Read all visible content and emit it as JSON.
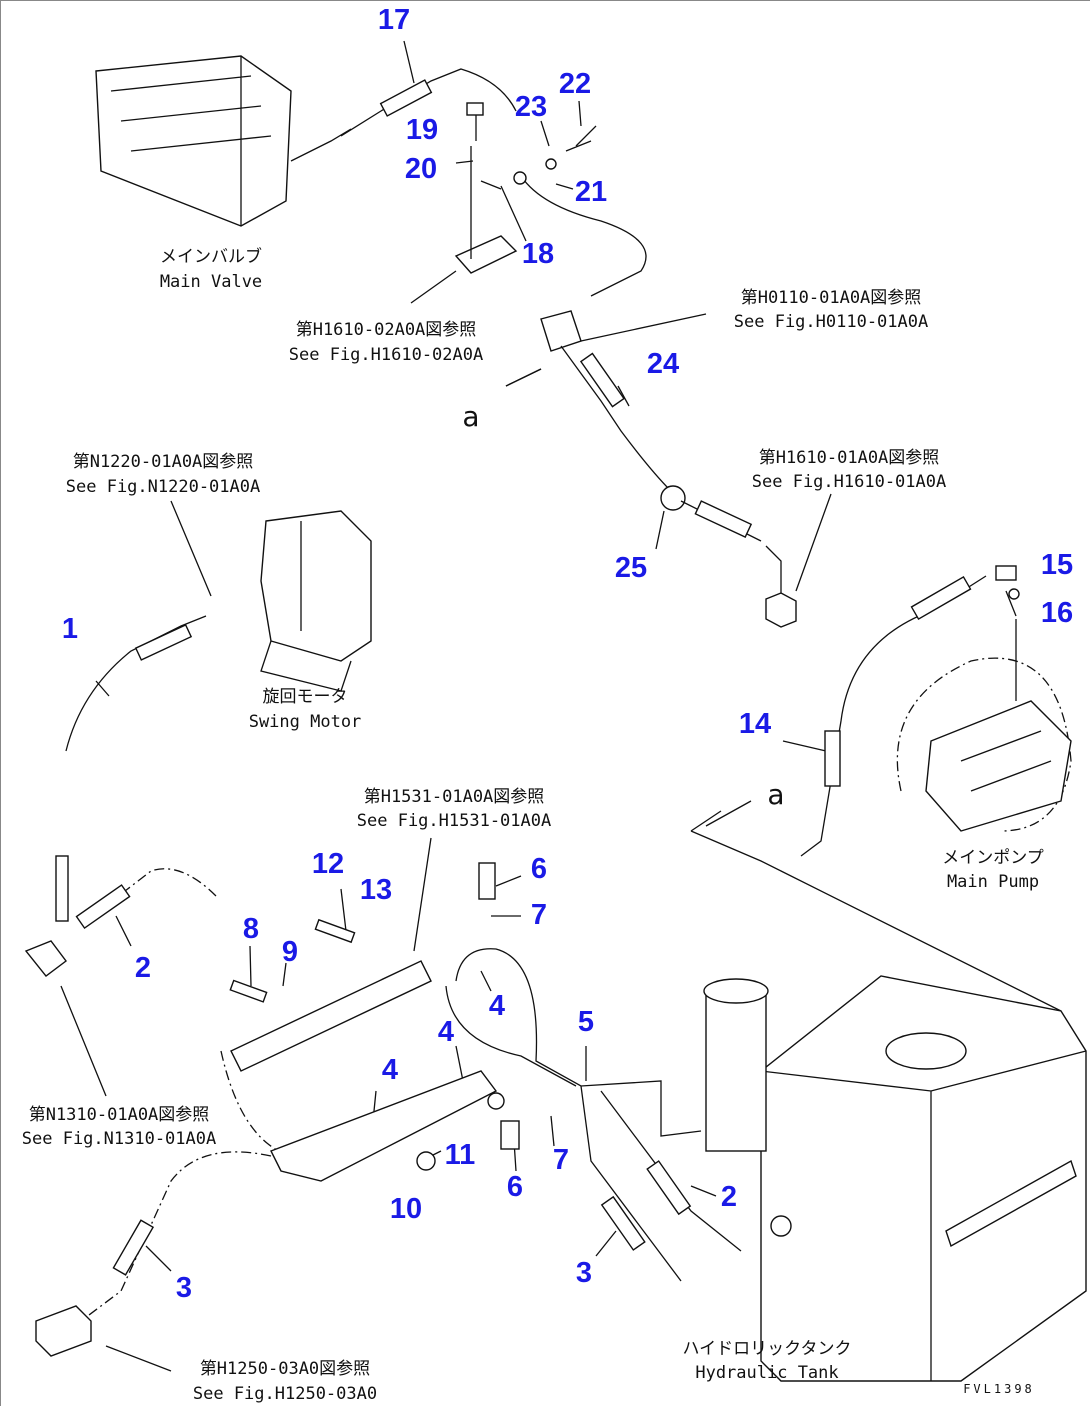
{
  "callouts": [
    "17",
    "22",
    "23",
    "19",
    "20",
    "21",
    "18",
    "24",
    "25",
    "15",
    "16",
    "1",
    "14",
    "12",
    "6",
    "13",
    "7",
    "8",
    "9",
    "2",
    "4",
    "4",
    "5",
    "4",
    "11",
    "7",
    "6",
    "10",
    "2",
    "3",
    "3"
  ],
  "connectors": {
    "a1": "a",
    "a2": "a"
  },
  "labels": {
    "main_valve_jp": "メインバルブ",
    "main_valve_en": "Main Valve",
    "ref_h1610_02_jp": "第H1610-02A0A図参照",
    "ref_h1610_02_en": "See Fig.H1610-02A0A",
    "ref_h0110_jp": "第H0110-01A0A図参照",
    "ref_h0110_en": "See Fig.H0110-01A0A",
    "ref_h1610_01_jp": "第H1610-01A0A図参照",
    "ref_h1610_01_en": "See Fig.H1610-01A0A",
    "ref_n1220_jp": "第N1220-01A0A図参照",
    "ref_n1220_en": "See Fig.N1220-01A0A",
    "swing_motor_jp": "旋回モータ",
    "swing_motor_en": "Swing Motor",
    "ref_h1531_jp": "第H1531-01A0A図参照",
    "ref_h1531_en": "See Fig.H1531-01A0A",
    "main_pump_jp": "メインポンプ",
    "main_pump_en": "Main Pump",
    "ref_n1310_jp": "第N1310-01A0A図参照",
    "ref_n1310_en": "See Fig.N1310-01A0A",
    "hyd_tank_jp": "ハイドロリックタンク",
    "hyd_tank_en": "Hydraulic Tank",
    "ref_h1250_jp": "第H1250-03A0図参照",
    "ref_h1250_en": "See Fig.H1250-03A0"
  },
  "drawing_code": "FVL1398"
}
